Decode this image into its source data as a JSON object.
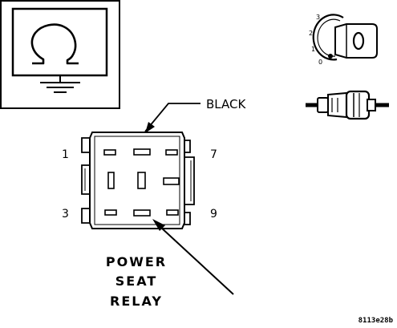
{
  "connector": {
    "color_label": "BLACK",
    "pin_labels": {
      "top_left": "1",
      "top_right": "7",
      "bottom_left": "3",
      "bottom_right": "9"
    },
    "name_lines": [
      "POWER",
      "SEAT",
      "RELAY"
    ]
  },
  "ignition": {
    "icon": "ignition-switch-icon",
    "positions": [
      "3",
      "2",
      "1",
      "0"
    ]
  },
  "test_symbol": {
    "icon": "ohmmeter-ground-icon"
  },
  "connector_icon": "connected-connector-icon",
  "figure_id": "8113e28b",
  "colors": {
    "ink": "#000000",
    "background": "#ffffff"
  }
}
